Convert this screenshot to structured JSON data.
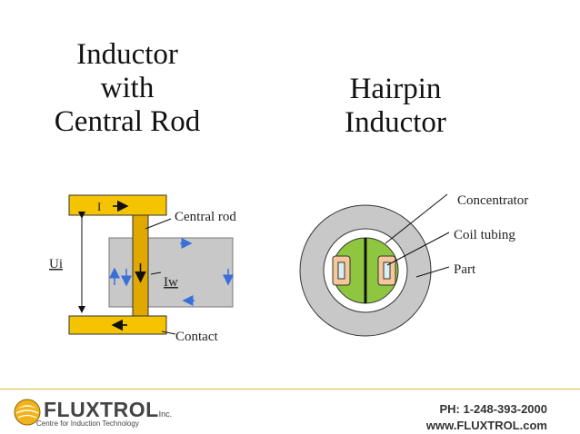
{
  "titles": {
    "left": [
      "Inductor",
      "with",
      "Central Rod"
    ],
    "right": [
      "Hairpin",
      "Inductor"
    ]
  },
  "left_diagram": {
    "labels": {
      "current_top": "I",
      "central_rod": "Central rod",
      "ui": "Ui",
      "iw": "Iw",
      "contact": "Contact"
    },
    "colors": {
      "bus": "#f5c400",
      "rod": "#e1a800",
      "workpiece": "#c8c8c8",
      "arrow_blue": "#3a6fd8"
    }
  },
  "right_diagram": {
    "labels": {
      "concentrator": "Concentrator",
      "coil_tubing": "Coil tubing",
      "part": "Part"
    },
    "colors": {
      "part": "#c8c8c8",
      "concentrator": "#8ec63f",
      "tubing": "#f5c79a",
      "tubing_core": "#d9f0f2"
    }
  },
  "footer": {
    "logo_icon": "fluxtrol-globe-icon",
    "logo_word": "FLUXTROL",
    "logo_inc": "Inc.",
    "tagline": "Centre for Induction Technology",
    "phone": "PH: 1-248-393-2000",
    "web": "www.FLUXTROL.com",
    "accent": "#e0b44a"
  }
}
